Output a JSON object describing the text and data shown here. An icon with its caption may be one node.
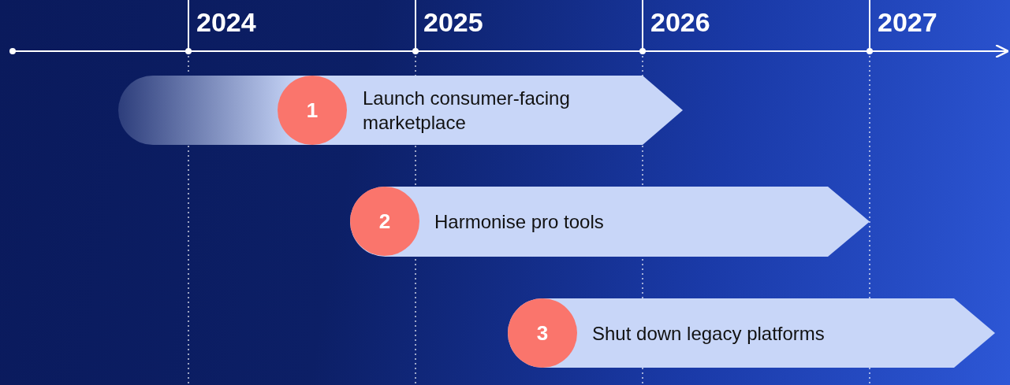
{
  "diagram": {
    "nodes": [
      {
        "text": [
          "Launch consumer-facing marketplace"
        ]
      },
      {
        "text": [
          "1"
        ],
        "in": 0
      },
      {
        "text": [
          "Harmonise pro tools"
        ]
      },
      {
        "text": [
          "2"
        ],
        "in": 2
      },
      {
        "text": [
          "Shut down legacy platforms"
        ]
      },
      {
        "text": [
          "3"
        ],
        "in": 4
      }
    ],
    "edges": [],
    "labels": [
      "2024",
      "2025",
      "2026",
      "2027"
    ]
  }
}
